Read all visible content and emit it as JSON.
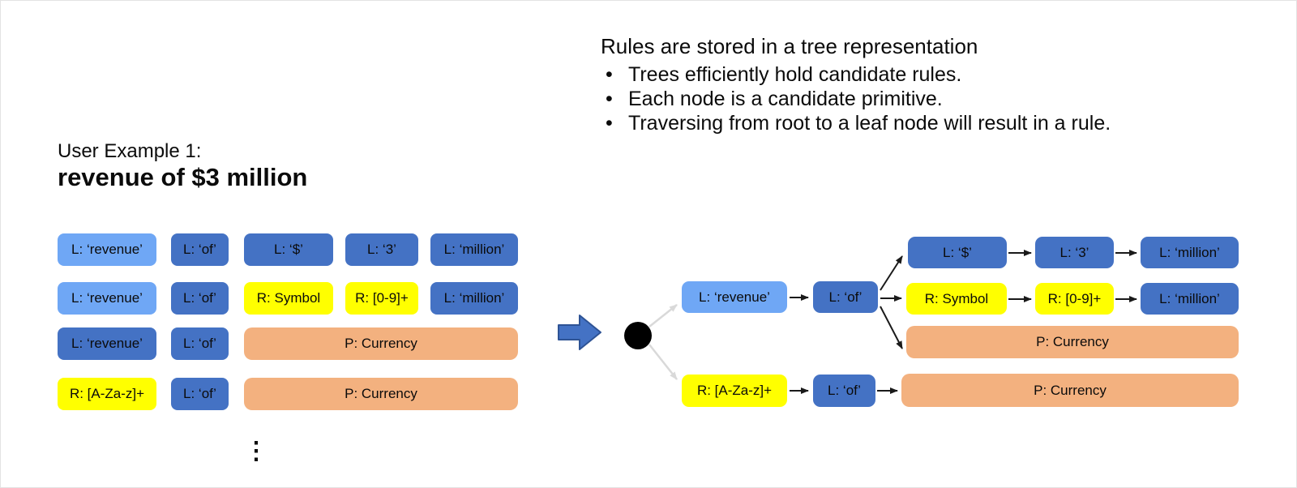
{
  "palette": {
    "light_blue": "#6FA7F5",
    "blue": "#4472C4",
    "yellow": "#FFFF00",
    "orange": "#F3B17F",
    "edge_gray": "#D9D9D9",
    "edge_black": "#1a1a1a",
    "transform_arrow_fill": "#4472C4",
    "transform_arrow_border": "#2E5395",
    "root_node": "#000000"
  },
  "left_panel": {
    "subtitle": "User Example 1:",
    "title": "revenue of $3 million",
    "ellipsis": "⋮",
    "grid": [
      {
        "c1": "L: ‘revenue’",
        "c2": "L: ‘of’",
        "c3": "L: ‘$’",
        "c4": "L: ‘3’",
        "c5": "L: ‘million’"
      },
      {
        "c1": "L: ‘revenue’",
        "c2": "L: ‘of’",
        "c3": "R: Symbol",
        "c4": "R: [0-9]+",
        "c5": "L: ‘million’"
      },
      {
        "c1": "L: ‘revenue’",
        "c2": "L: ‘of’",
        "wide": "P: Currency"
      },
      {
        "c1": "R: [A-Za-z]+",
        "c2": "L: ‘of’",
        "wide": "P: Currency"
      }
    ]
  },
  "right_panel": {
    "heading": "Rules are stored in a tree representation",
    "bullet_char": "•",
    "bullets": [
      "Trees efficiently hold candidate rules.",
      "Each node is a candidate primitive.",
      "Traversing from root to a leaf node will result in a rule."
    ]
  },
  "tree": {
    "nodes": {
      "revenue": "L: ‘revenue’",
      "of1": "L: ‘of’",
      "dollar": "L: ‘$’",
      "three": "L: ‘3’",
      "million1": "L: ‘million’",
      "symbol": "R: Symbol",
      "digits": "R: [0-9]+",
      "million2": "L: ‘million’",
      "currency1": "P: Currency",
      "alpha": "R: [A-Za-z]+",
      "of2": "L: ‘of’",
      "currency2": "P: Currency"
    }
  }
}
